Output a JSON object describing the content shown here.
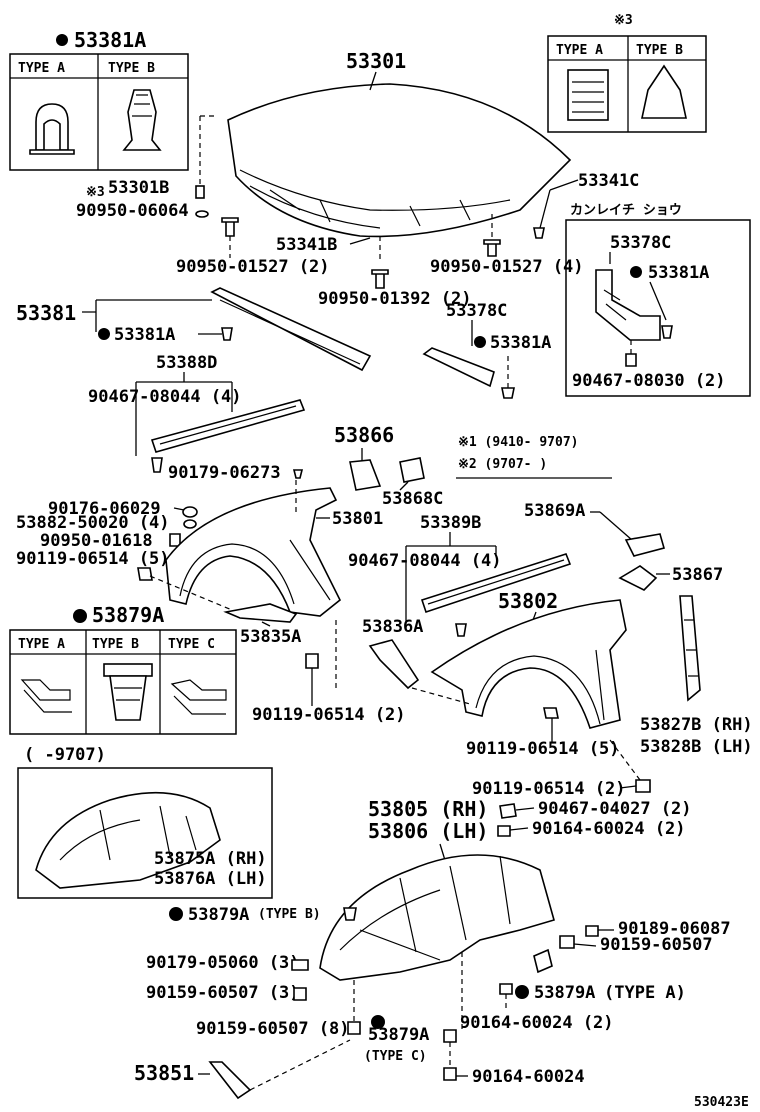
{
  "diagram_code": "530423E",
  "callouts": {
    "hood": "53301",
    "hood_support_note": "※3",
    "hood_sub": "53301B",
    "bolt_90950_06064": "90950-06064",
    "insulator_53341b": "53341B",
    "clip_53341c": "53341C",
    "bolt_left": "90950-01527 (2)",
    "bolt_right": "90950-01527 (4)",
    "bolt_center": "90950-01392 (2)",
    "seal_53381": "53381",
    "clip_53381a_left": "53381A",
    "seal_53378c_mid": "53378C",
    "clip_53381a_mid": "53381A",
    "seal_53388d": "53388D",
    "screw_90467_08044_top": "90467-08044 (4)",
    "clip_90179_06273": "90179-06273",
    "hinge_53866": "53866",
    "hinge_53868c": "53868C",
    "note_1": "※1 (9410- 9707)",
    "note_2": "※2 (9707-        )",
    "bolt_90176_06029": "90176-06029",
    "washer_53882": "53882-50020 (4)",
    "bolt_90950_01618": "90950-01618",
    "bolt_90119_06514_5a": "90119-06514 (5)",
    "fender_lh": "53801",
    "seal_53389b": "53389B",
    "screw_90467_08044_mid": "90467-08044 (4)",
    "bracket_53869a": "53869A",
    "bracket_53867": "53867",
    "fender_rh": "53802",
    "clip_53879a_top": "53879A",
    "bracket_53835a": "53835A",
    "bracket_53836a": "53836A",
    "bolt_90119_06514_2a": "90119-06514 (2)",
    "seal_rh": "53827B (RH)",
    "seal_lh": "53828B (LH)",
    "bolt_90119_06514_5b": "90119-06514 (5)",
    "date_range": "(       -9707)",
    "liner_old_rh": "53875A (RH)",
    "liner_old_lh": "53876A (LH)",
    "bolt_90119_06514_2b": "90119-06514 (2)",
    "clip_90467_04027": "90467-04027 (2)",
    "screw_90164_60024_2a": "90164-60024 (2)",
    "liner_rh": "53805 (RH)",
    "liner_lh": "53806 (LH)",
    "clip_53879a_b": "53879A",
    "type_b_note": "(TYPE B)",
    "screw_90189_06087": "90189-06087",
    "nut_90159_60507a": "90159-60507",
    "clip_90179_05060": "90179-05060 (3)",
    "nut_90159_60507_3": "90159-60507 (3)",
    "clip_53879a_a": "53879A",
    "type_a_note": "(TYPE  A)",
    "screw_90164_60024_2b": "90164-60024 (2)",
    "nut_90159_60507_8": "90159-60507 (8)",
    "clip_53879a_c": "53879A",
    "type_c_note": "(TYPE  C)",
    "seal_53851": "53851",
    "screw_90164_60024": "90164-60024",
    "kanreichi": "カンレイチ  ショウ",
    "bracket_53378c_box": "53378C",
    "clip_53381a_box": "53381A",
    "screw_90467_08030": "90467-08030 (2)"
  },
  "legend_53381a": {
    "title": "53381A",
    "type_a": "TYPE  A",
    "type_b": "TYPE  B"
  },
  "legend_note3": {
    "mark": "※3",
    "type_a": "TYPE  A",
    "type_b": "TYPE  B"
  },
  "legend_53879a": {
    "title": "53879A",
    "type_a": "TYPE  A",
    "type_b": "TYPE  B",
    "type_c": "TYPE  C"
  }
}
